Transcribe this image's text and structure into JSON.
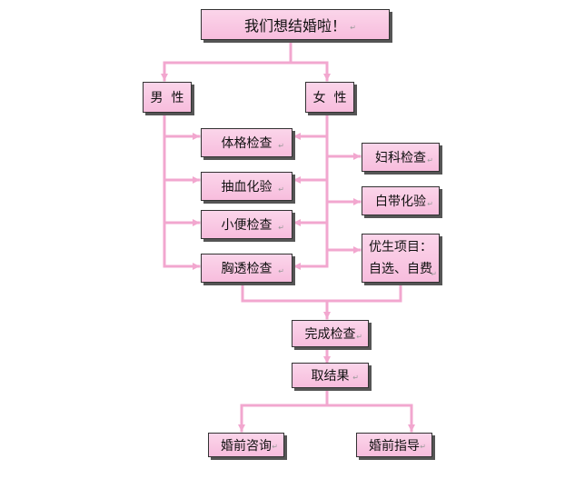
{
  "paragraph_mark": "↵",
  "colors": {
    "connector": "#f2a7cf",
    "box_fill": "#f8c6e2",
    "box_border": "#333333",
    "shadow": "#555555"
  },
  "nodes": {
    "title": "我们想结婚啦！",
    "male": "男  性",
    "female": "女  性",
    "physical_exam": "体格检查",
    "blood_test": "抽血化验",
    "stool_test": "小便检查",
    "chest_xray": "胸透检查",
    "gynecology_exam": "妇科检查",
    "leukorrhea_test": "白带化验",
    "eugenics_line1": "优生项目：",
    "eugenics_line2": "自选、自费",
    "exam_complete": "完成检查",
    "get_results": "取结果",
    "premarital_consult": "婚前咨询",
    "premarital_guidance": "婚前指导"
  }
}
